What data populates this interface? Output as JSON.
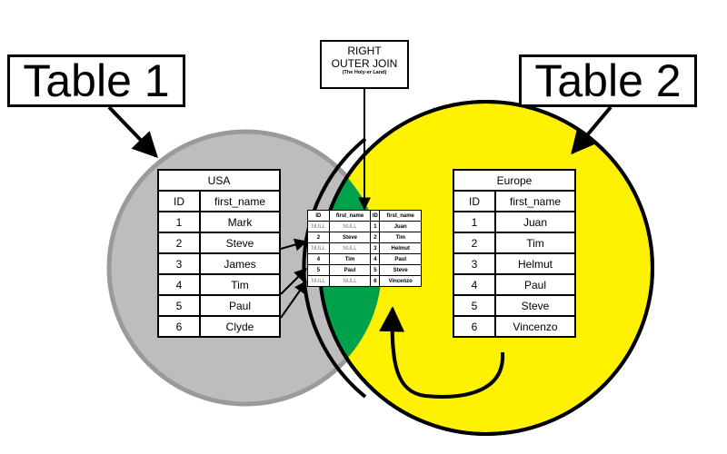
{
  "labels": {
    "table1": "Table 1",
    "table2": "Table 2",
    "join_title_line1": "RIGHT",
    "join_title_line2": "OUTER JOIN",
    "join_subtitle": "(The Holy-er Land)"
  },
  "colors": {
    "left_circle": "#bdbdbd",
    "left_circle_stroke": "#9a9a9a",
    "right_circle": "#fff200",
    "intersection": "#00a14b",
    "outline": "#000000"
  },
  "usa_table": {
    "title": "USA",
    "headers": [
      "ID",
      "first_name"
    ],
    "rows": [
      [
        "1",
        "Mark"
      ],
      [
        "2",
        "Steve"
      ],
      [
        "3",
        "James"
      ],
      [
        "4",
        "Tim"
      ],
      [
        "5",
        "Paul"
      ],
      [
        "6",
        "Clyde"
      ]
    ]
  },
  "europe_table": {
    "title": "Europe",
    "headers": [
      "ID",
      "first_name"
    ],
    "rows": [
      [
        "1",
        "Juan"
      ],
      [
        "2",
        "Tim"
      ],
      [
        "3",
        "Helmut"
      ],
      [
        "4",
        "Paul"
      ],
      [
        "5",
        "Steve"
      ],
      [
        "6",
        "Vincenzo"
      ]
    ]
  },
  "join_table": {
    "headers": [
      "ID",
      "first_name",
      "ID",
      "first_name"
    ],
    "rows": [
      [
        "NULL",
        "NULL",
        "1",
        "Juan"
      ],
      [
        "2",
        "Steve",
        "2",
        "Tim"
      ],
      [
        "NULL",
        "NULL",
        "3",
        "Helmut"
      ],
      [
        "4",
        "Tim",
        "4",
        "Paul"
      ],
      [
        "5",
        "Paul",
        "5",
        "Steve"
      ],
      [
        "NULL",
        "NULL",
        "6",
        "Vincenzo"
      ]
    ]
  }
}
